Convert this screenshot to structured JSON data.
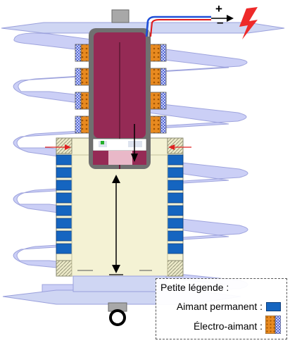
{
  "signs": {
    "plus": "+",
    "minus": "–"
  },
  "legend": {
    "title": "Petite légende :",
    "permanent_magnet": "Aimant permanent :",
    "electromagnet": "Électro-aimant :"
  },
  "colors": {
    "spring": "#c9cdf6",
    "spring_edge": "#9aa0dc",
    "plate": "#cfd6f3",
    "body_fill": "#f4f2d4",
    "core_fill": "#952a55",
    "casing": "#707070",
    "coil_orange": "#e88a20",
    "coil_blue": "#2a3fc8",
    "magnet_blue": "#1565c0",
    "wire_red": "#e01818",
    "wire_blue": "#1f4fd8",
    "spark": "#ee2a2a",
    "arrow_red": "#e02020"
  },
  "icons": [
    "lightning-icon",
    "arrow-up-down-icon",
    "pivot-icon"
  ]
}
